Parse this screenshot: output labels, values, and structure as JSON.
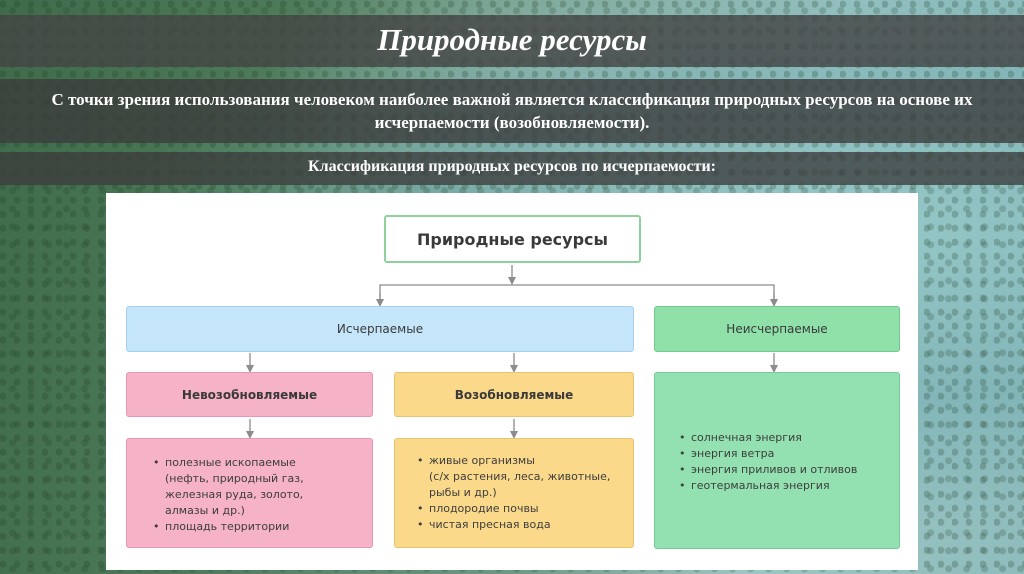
{
  "header": {
    "title": "Природные ресурсы",
    "subtitle": "С точки зрения использования человеком наиболее важной является классификация природных ресурсов на основе их исчерпаемости (возобновляемости).",
    "classification_caption": "Классификация природных ресурсов по исчерпаемости:"
  },
  "diagram": {
    "root": "Природные ресурсы",
    "exhaustible": "Исчерпаемые",
    "inexhaustible": "Неисчерпаемые",
    "nonrenewable": "Невозобновляемые",
    "renewable": "Возобновляемые",
    "nonrenewable_items": [
      "полезные ископаемые",
      "(нефть, природный газ,",
      "железная руда, золото,",
      "алмазы и др.)",
      "площадь территории"
    ],
    "renewable_items": [
      "живые организмы",
      "(с/х растения, леса, животные,",
      "рыбы и др.)",
      "плодородие почвы",
      "чистая пресная вода"
    ],
    "inexhaustible_items": [
      "солнечная энергия",
      "энергия ветра",
      "энергия приливов и отливов",
      "геотермальная энергия"
    ],
    "colors": {
      "exhaustible": "#c5e5fa",
      "inexhaustible": "#8fe0a9",
      "nonrenewable": "#f6b2c7",
      "renewable": "#fbd98a",
      "arrows": "#8c8c8c"
    }
  }
}
